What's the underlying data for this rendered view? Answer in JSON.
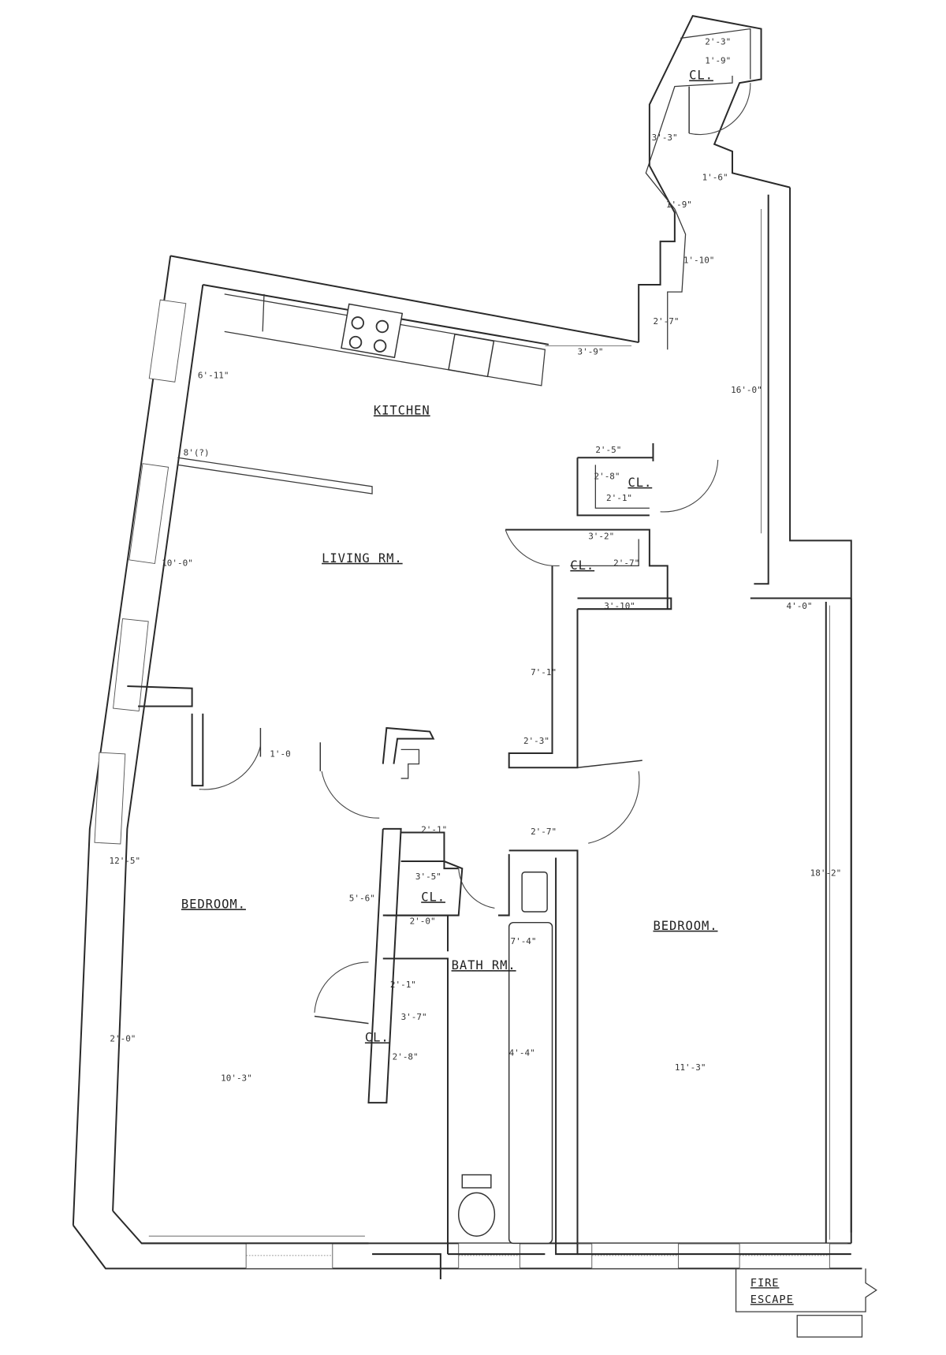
{
  "rooms": {
    "kitchen": "KITCHEN",
    "living": "LIVING RM.",
    "bedroom_left": "BEDROOM.",
    "bedroom_right": "BEDROOM.",
    "bath": "BATH RM.",
    "closet_top": "CL.",
    "closet_mid_upper": "CL.",
    "closet_mid_lower": "CL.",
    "closet_bed_upper": "CL.",
    "closet_bed_lower": "CL."
  },
  "fire_escape": {
    "line1": "FIRE",
    "line2": "ESCAPE"
  },
  "dimensions": {
    "top_cl_w": "2'-3\"",
    "top_cl_d": "1'-9\"",
    "hall_a": "3'-3\"",
    "hall_b": "1'-6\"",
    "hall_c": "1'-9\"",
    "hall_d": "1'-10\"",
    "hall_e": "2'-7\"",
    "counter_end": "3'-9\"",
    "right_wall": "16'-0\"",
    "kitchen_left": "6'-11\"",
    "kitchen_div": "8'(?)",
    "living_left": "10'-0\"",
    "cl1_w": "2'-5\"",
    "cl1_d": "2'-8\"",
    "cl1_e": "2'-1\"",
    "cl2_w": "3'-2\"",
    "cl2_d": "2'-7\"",
    "hall_w": "3'-10\"",
    "br_top": "4'-0\"",
    "hall_len": "7'-1\"",
    "hall_end": "2'-3\"",
    "bath_cl_top": "2'-1\"",
    "bath_top": "2'-7\"",
    "br_right_h": "18'-2\"",
    "br_left_h": "12'-5\"",
    "cl3_h": "5'-6\"",
    "cl3_w": "3'-5\"",
    "cl3_b": "2'-0\"",
    "tub_h": "7'-4\"",
    "cl4_w": "2'-1\"",
    "cl4_h": "3'-7\"",
    "cl4_b": "2'-8\"",
    "tub_w": "4'-4\"",
    "corner": "2'-0\"",
    "br_left_w": "10'-3\"",
    "br_right_w": "11'-3\"",
    "door_marker": "1'-0"
  }
}
